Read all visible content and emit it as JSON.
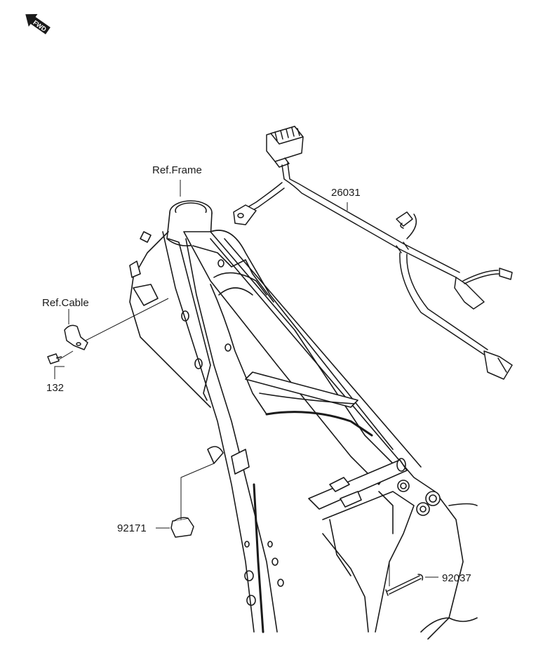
{
  "fwd_label": "FWD",
  "labels": {
    "ref_frame": "Ref.Frame",
    "ref_cable": "Ref.Cable",
    "harness": "26031",
    "bolt": "132",
    "clamp": "92171",
    "band": "92037"
  },
  "colors": {
    "line": "#1a1a1a",
    "background": "#ffffff"
  }
}
